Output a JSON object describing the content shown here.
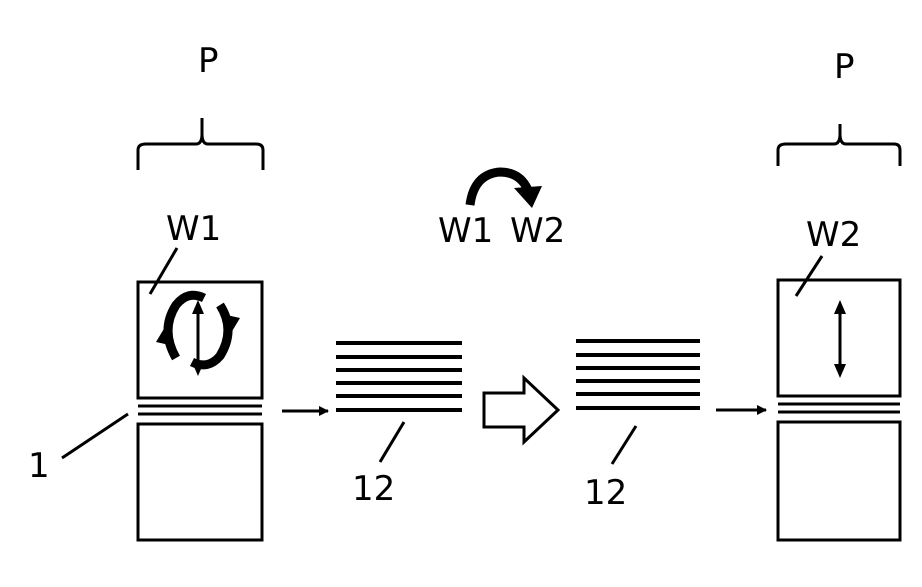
{
  "labels": {
    "p_left": "P",
    "p_right": "P",
    "w1": "W1",
    "w2": "W2",
    "swap_w1": "W1",
    "swap_w2": "W2",
    "ref_1": "1",
    "ref_12_left": "12",
    "ref_12_right": "12"
  }
}
